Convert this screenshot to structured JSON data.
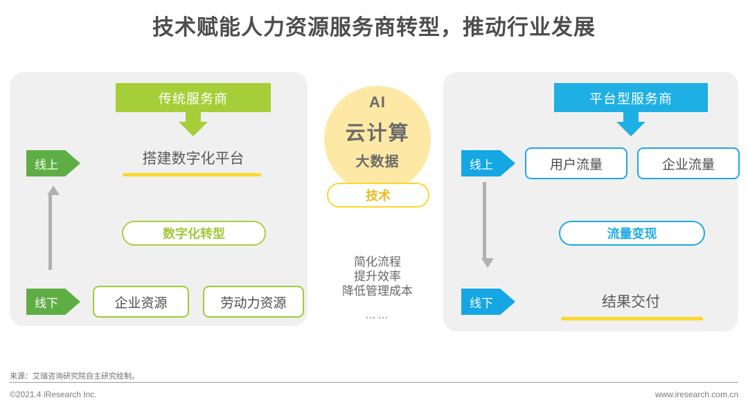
{
  "title": "技术赋能人力资源服务商转型，推动行业发展",
  "colors": {
    "panel_bg": "#f0f0f0",
    "green_banner": "#a6ce39",
    "green_tag": "#5fae45",
    "green_outline": "#9ccb3b",
    "blue_banner": "#1eafe5",
    "blue_tag": "#14a7e4",
    "blue_outline": "#1ea7e0",
    "yellow_underline": "#fdd82b",
    "yellow_circle": "#fde9a5",
    "gray_arrow": "#b0b0b0",
    "title_text": "#4d4d4d"
  },
  "left_panel": {
    "banner": "传统服务商",
    "online_tag": "线上",
    "offline_tag": "线下",
    "online_caption": "搭建数字化平台",
    "pill": "数字化转型",
    "boxes": [
      {
        "label": "企业资源"
      },
      {
        "label": "劳动力资源"
      }
    ]
  },
  "center": {
    "tech_items": [
      "AI",
      "云计算",
      "大数据"
    ],
    "tech_pill": "技术",
    "benefits": [
      "简化流程",
      "提升效率",
      "降低管理成本"
    ],
    "ellipsis": "……"
  },
  "right_panel": {
    "banner": "平台型服务商",
    "online_tag": "线上",
    "offline_tag": "线下",
    "boxes": [
      {
        "label": "用户流量"
      },
      {
        "label": "企业流量"
      }
    ],
    "pill": "流量变现",
    "offline_caption": "结果交付"
  },
  "footer": {
    "source": "来源：艾瑞咨询研究院自主研究绘制。",
    "copyright": "©2021.4 iResearch Inc.",
    "website": "www.iresearch.com.cn"
  }
}
